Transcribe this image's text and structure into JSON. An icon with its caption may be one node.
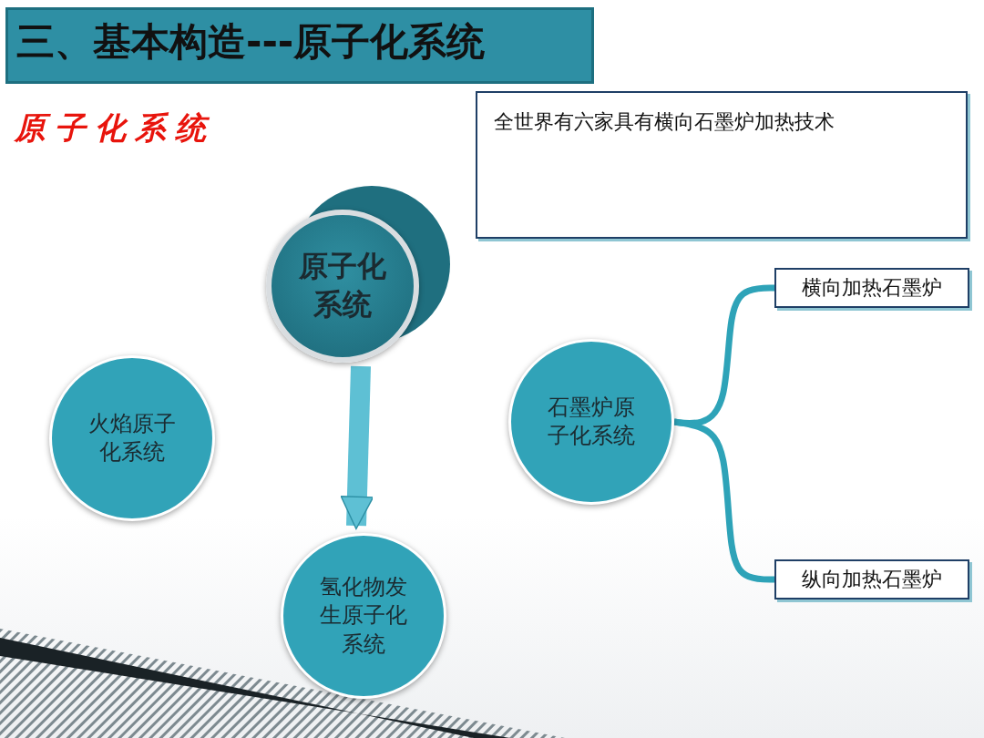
{
  "diagram": {
    "title": "三、基本构造---原子化系统",
    "nodes": [
      {
        "text": [
          "全世界有六家具有横向石墨炉加热技术"
        ]
      },
      {
        "text": [
          "原子化系统"
        ]
      },
      {
        "text": [
          "火焰原子化系统"
        ]
      },
      {
        "text": [
          "石墨炉原子化系统"
        ]
      },
      {
        "text": [
          "横向加热石墨炉"
        ]
      },
      {
        "text": [
          "纵向加热石墨炉"
        ]
      },
      {
        "text": [
          "氢化物发生原子化系统"
        ]
      }
    ],
    "edges": [
      {
        "from": 1,
        "to": 6,
        "arrow": "to",
        "style": "thick"
      },
      {
        "from": 3,
        "to": 4,
        "arrow": "none"
      },
      {
        "from": 3,
        "to": 5,
        "arrow": "none"
      }
    ],
    "labels": [
      "原子化系统"
    ]
  }
}
